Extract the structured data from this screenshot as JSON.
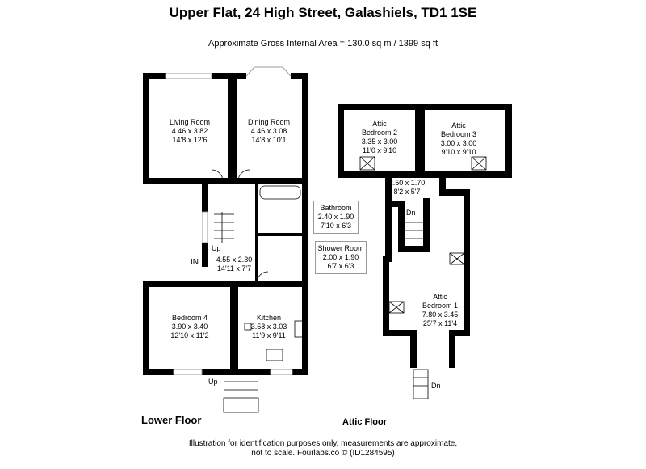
{
  "header": {
    "title": "Upper Flat, 24 High Street, Galashiels, TD1 1SE",
    "area": "Approximate Gross Internal Area = 130.0 sq m / 1399 sq ft"
  },
  "lower_floor": {
    "label": "Lower Floor",
    "rooms": [
      {
        "name": "Living Room",
        "metric": "4.46 x 3.82",
        "imperial": "14'8 x 12'6"
      },
      {
        "name": "Dining Room",
        "metric": "4.46 x 3.08",
        "imperial": "14'8 x 10'1"
      },
      {
        "name": "Bathroom",
        "metric": "2.40 x 1.90",
        "imperial": "7'10 x 6'3"
      },
      {
        "name": "Shower Room",
        "metric": "2.00 x 1.90",
        "imperial": "6'7 x 6'3"
      },
      {
        "name": "",
        "metric": "4.55 x 2.30",
        "imperial": "14'11 x 7'7"
      },
      {
        "name": "Bedroom 4",
        "metric": "3.90 x 3.40",
        "imperial": "12'10 x 11'2"
      },
      {
        "name": "Kitchen",
        "metric": "3.58 x 3.03",
        "imperial": "11'9 x 9'11"
      }
    ],
    "marks": {
      "up1": "Up",
      "up2": "Up",
      "in": "IN"
    }
  },
  "attic_floor": {
    "label": "Attic Floor",
    "rooms": [
      {
        "name1": "Attic",
        "name2": "Bedroom 2",
        "metric": "3.35 x 3.00",
        "imperial": "11'0 x 9'10"
      },
      {
        "name1": "Attic",
        "name2": "Bedroom 3",
        "metric": "3.00 x 3.00",
        "imperial": "9'10 x 9'10"
      },
      {
        "metric": "2.50 x 1.70",
        "imperial": "8'2 x 5'7"
      },
      {
        "name1": "Attic",
        "name2": "Bedroom 1",
        "metric": "7.80 x 3.45",
        "imperial": "25'7 x 11'4"
      }
    ],
    "marks": {
      "dn1": "Dn",
      "dn2": "Dn"
    }
  },
  "footer": {
    "line1": "Illustration for identification purposes only, measurements are approximate,",
    "line2": "not to scale. Fourlabs.co © (ID1284595)"
  }
}
